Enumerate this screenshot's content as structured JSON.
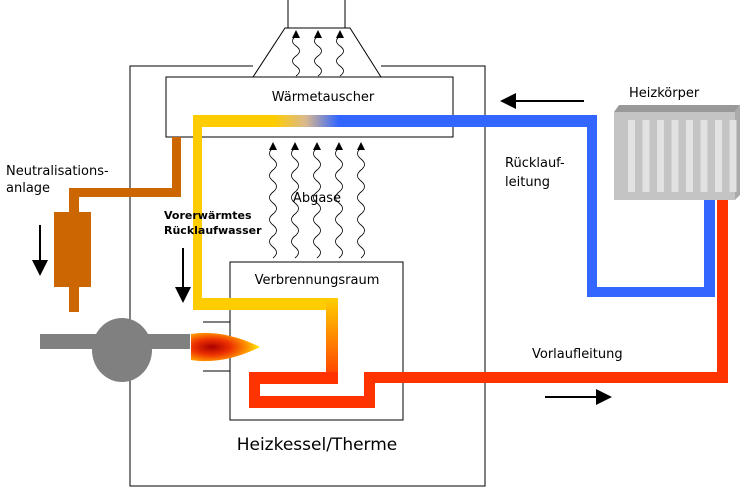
{
  "labels": {
    "heat_exchanger": "Wärmetauscher",
    "flue_gas": "Abgase",
    "preheated_return_line1": "Vorerwärmtes",
    "preheated_return_line2": "Rücklaufwasser",
    "combustion_chamber": "Verbrennungsraum",
    "boiler": "Heizkessel/Therme",
    "neutralisation_line1": "Neutralisations-",
    "neutralisation_line2": "anlage",
    "radiator": "Heizkörper",
    "return_line1": "Rücklauf-",
    "return_line2": "leitung",
    "flow_line": "Vorlaufleitung"
  },
  "colors": {
    "cold_return": "#3366ff",
    "preheated": "#ffcc00",
    "hot_flow": "#ff3300",
    "condensate": "#cc6600",
    "burner": "#808080",
    "radiator": "#c0c0c0"
  }
}
